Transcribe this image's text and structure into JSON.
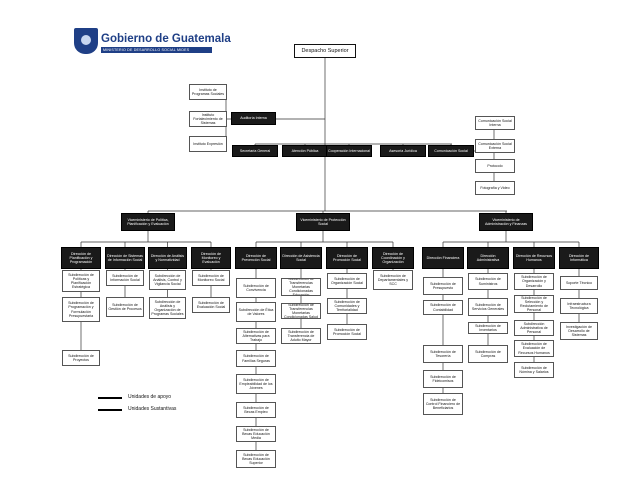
{
  "logo": {
    "name": "Gobierno de Guatemala",
    "subtitle": "MINISTERIO DE DESARROLLO SOCIAL MIDES",
    "icon": "coat-of-arms-icon",
    "color": "#1f3f86"
  },
  "top": {
    "label": "Despacho Superior"
  },
  "advisory": {
    "auditoria": "Auditoría Interna",
    "juntas": [
      "Instituto de Programas Sociales",
      "Instituto Fortalecimiento de Sistemas",
      "Instituto Expresión"
    ]
  },
  "staff": [
    "Secretaría General",
    "Atención Pública",
    "Cooperación Internacional",
    "Asesoría Jurídica",
    "Comunicación Social"
  ],
  "comms": [
    "Comunicación Social Interna",
    "Comunicación Social Externa",
    "Protocolo",
    "Fotografía y Video"
  ],
  "vices": {
    "politicas": "Viceministerio de Política, Planificación y Evaluación",
    "proteccion": "Viceministerio de Protección Social",
    "admin": "Viceministerio de Administración y Finanzas"
  },
  "directions": [
    {
      "label": "Dirección de Planificación y Programación",
      "subs": [
        "Subdirección de Políticas y Planificación Estratégica",
        "Subdirección de Programación y Formulación Presupuestaria",
        "Subdirección de Proyectos"
      ]
    },
    {
      "label": "Dirección de Sistemas de Información Social",
      "subs": [
        "Subdirección de Información Social",
        "Subdirección de Gestión de Procesos"
      ]
    },
    {
      "label": "Dirección de Análisis y Normatividad",
      "subs": [
        "Subdirección de Análisis, Control y Vigilancia Social",
        "Subdirección de Análisis y Organización de Programas Sociales"
      ]
    },
    {
      "label": "Dirección de Monitoreo y Evaluación",
      "subs": [
        "Subdirección de Monitoreo Social",
        "Subdirección de Evaluación Social"
      ]
    },
    {
      "label": "Dirección de Prevención Social",
      "subs": [
        "Subdirección de Convivencia",
        "Subdirección de Ética de Valores",
        "Subdirección de Alternativas para Trabajo",
        "Subdirección de Familias Seguras",
        "Subdirección de Empleabilidad de los Jóvenes",
        "Subdirección de Becas Empleo",
        "Subdirección de Becas Educación Media",
        "Subdirección de Becas Educación Superior"
      ]
    },
    {
      "label": "Dirección de Asistencia Social",
      "subs": [
        "Subdirección de Transferencias Monetarias Condicionadas Educación",
        "Subdirección de Transferencias Monetarias Condicionadas Salud",
        "Subdirección de Transferencia de Adulto Mayor"
      ]
    },
    {
      "label": "Dirección de Promoción Social",
      "subs": [
        "Subdirección de Organización Social",
        "Subdirección de Comunidades y Territorialidad",
        "Subdirección de Promoción Social"
      ]
    },
    {
      "label": "Dirección de Coordinación y Organización",
      "subs": [
        "Subdirección de Departamentales y SCC"
      ]
    },
    {
      "label": "Dirección Financiera",
      "subs": [
        "Subdirección de Presupuesto",
        "Subdirección de Contabilidad",
        "Subdirección de Tesorería",
        "Subdirección de Fideicomisos",
        "Subdirección de Control Financiero de Beneficiarios"
      ]
    },
    {
      "label": "Dirección Administrativa",
      "subs": [
        "Subdirección de Suministros",
        "Subdirección de Servicios Generales",
        "Subdirección de Inventarios",
        "Subdirección de Compras"
      ]
    },
    {
      "label": "Dirección de Recursos Humanos",
      "subs": [
        "Subdirección de Organización y Desarrollo",
        "Subdirección de Selección y Reclutamiento de Personal",
        "Subdirección Administrativa de Personal",
        "Subdirección de Evaluación de Recursos Humanos",
        "Subdirección de Nómina y Salarios"
      ]
    },
    {
      "label": "Dirección de Informática",
      "subs": [
        "Soporte Técnico",
        "Infraestructura Tecnológica",
        "Investigación de Desarrollo de Sistemas"
      ]
    }
  ],
  "legend": {
    "dashed_label": "Unidades de apoyo",
    "solid_label": "Unidades Sustantivas"
  }
}
